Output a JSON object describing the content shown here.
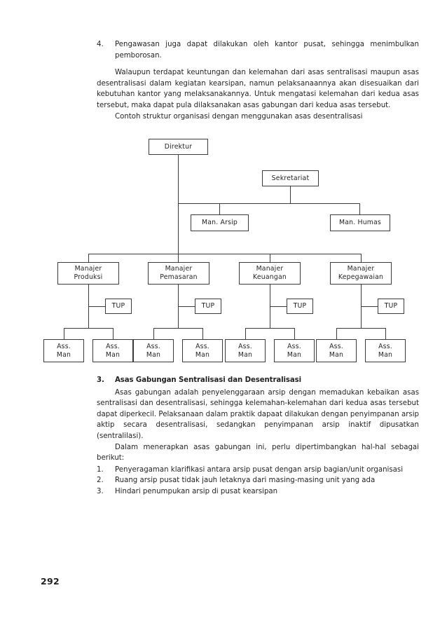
{
  "document": {
    "page_number": "292",
    "body": {
      "item4": {
        "number": "4.",
        "text": "Pengawasan juga dapat dilakukan oleh kantor pusat, sehingga menimbulkan pemborosan."
      },
      "paragraph1": "Walaupun terdapat keuntungan dan kelemahan dari asas sentralisasi maupun asas desentralisasi dalam kegiatan kearsipan, namun pelaksanaannya akan disesuaikan dari kebutuhan kantor yang melaksanakannya. Untuk mengatasi kelemahan dari kedua asas tersebut, maka dapat pula dilaksanakan asas gabungan dari kedua asas tersebut.",
      "paragraph2": "Contoh struktur organisasi dengan menggunakan asas desentralisasi",
      "section3": {
        "number": "3.",
        "heading": "Asas Gabungan Sentralisasi dan Desentralisasi",
        "paragraph1": "Asas gabungan adalah penyelenggaraan arsip dengan memadukan kebaikan asas sentralisasi dan desentralisasi, sehingga kelemahan-kelemahan dari kedua asas tersebut dapat diperkecil. Pelaksanaan dalam praktik dapaat dilakukan dengan penyimpanan arsip aktip secara desentralisasi, sedangkan penyimpanan arsip inaktif dipusatkan (sentralilasi).",
        "paragraph2": "Dalam menerapkan asas gabungan ini, perlu dipertimbangkan hal-hal sebagai berikut:",
        "list": [
          {
            "number": "1.",
            "text": "Penyeragaman klarifikasi antara arsip pusat dengan arsip bagian/unit organisasi"
          },
          {
            "number": "2.",
            "text": "Ruang arsip pusat tidak jauh letaknya dari masing-masing unit yang ada"
          },
          {
            "number": "3.",
            "text": "Hindari penumpukan arsip di pusat kearsipan"
          }
        ]
      }
    }
  },
  "chart_data": {
    "type": "diagram",
    "title": "Contoh struktur organisasi dengan menggunakan asas desentralisasi",
    "nodes": [
      {
        "id": "direktur",
        "label": "Direktur"
      },
      {
        "id": "sekretariat",
        "label": "Sekretariat"
      },
      {
        "id": "man-arsip",
        "label": "Man. Arsip"
      },
      {
        "id": "man-humas",
        "label": "Man. Humas"
      },
      {
        "id": "manajer-produksi",
        "label": "Manajer\nProduksi",
        "line1": "Manajer",
        "line2": "Produksi"
      },
      {
        "id": "manajer-pemasaran",
        "label": "Manajer\nPemasaran",
        "line1": "Manajer",
        "line2": "Pemasaran"
      },
      {
        "id": "manajer-keuangan",
        "label": "Manajer\nKeuangan",
        "line1": "Manajer",
        "line2": "Keuangan"
      },
      {
        "id": "manajer-kepegawaian",
        "label": "Manajer\nKepegawaian",
        "line1": "Manajer",
        "line2": "Kepegawaian"
      },
      {
        "id": "tup-1",
        "label": "TUP"
      },
      {
        "id": "tup-2",
        "label": "TUP"
      },
      {
        "id": "tup-3",
        "label": "TUP"
      },
      {
        "id": "tup-4",
        "label": "TUP"
      },
      {
        "id": "ass-man-1",
        "line1": "Ass.",
        "line2": "Man"
      },
      {
        "id": "ass-man-2",
        "line1": "Ass.",
        "line2": "Man"
      },
      {
        "id": "ass-man-3",
        "line1": "Ass.",
        "line2": "Man"
      },
      {
        "id": "ass-man-4",
        "line1": "Ass.",
        "line2": "Man"
      },
      {
        "id": "ass-man-5",
        "line1": "Ass.",
        "line2": "Man"
      },
      {
        "id": "ass-man-6",
        "line1": "Ass.",
        "line2": "Man"
      },
      {
        "id": "ass-man-7",
        "line1": "Ass.",
        "line2": "Man"
      },
      {
        "id": "ass-man-8",
        "line1": "Ass.",
        "line2": "Man"
      }
    ],
    "edges": [
      {
        "from": "direktur",
        "to": "sekretariat"
      },
      {
        "from": "sekretariat",
        "to": "man-arsip"
      },
      {
        "from": "sekretariat",
        "to": "man-humas"
      },
      {
        "from": "direktur",
        "to": "manajer-produksi"
      },
      {
        "from": "direktur",
        "to": "manajer-pemasaran"
      },
      {
        "from": "direktur",
        "to": "manajer-keuangan"
      },
      {
        "from": "direktur",
        "to": "manajer-kepegawaian"
      },
      {
        "from": "manajer-produksi",
        "to": "tup-1"
      },
      {
        "from": "manajer-pemasaran",
        "to": "tup-2"
      },
      {
        "from": "manajer-keuangan",
        "to": "tup-3"
      },
      {
        "from": "manajer-kepegawaian",
        "to": "tup-4"
      },
      {
        "from": "manajer-produksi",
        "to": "ass-man-1"
      },
      {
        "from": "manajer-produksi",
        "to": "ass-man-2"
      },
      {
        "from": "manajer-pemasaran",
        "to": "ass-man-3"
      },
      {
        "from": "manajer-pemasaran",
        "to": "ass-man-4"
      },
      {
        "from": "manajer-keuangan",
        "to": "ass-man-5"
      },
      {
        "from": "manajer-keuangan",
        "to": "ass-man-6"
      },
      {
        "from": "manajer-kepegawaian",
        "to": "ass-man-7"
      },
      {
        "from": "manajer-kepegawaian",
        "to": "ass-man-8"
      }
    ],
    "line_color": "#3b3b3b"
  }
}
